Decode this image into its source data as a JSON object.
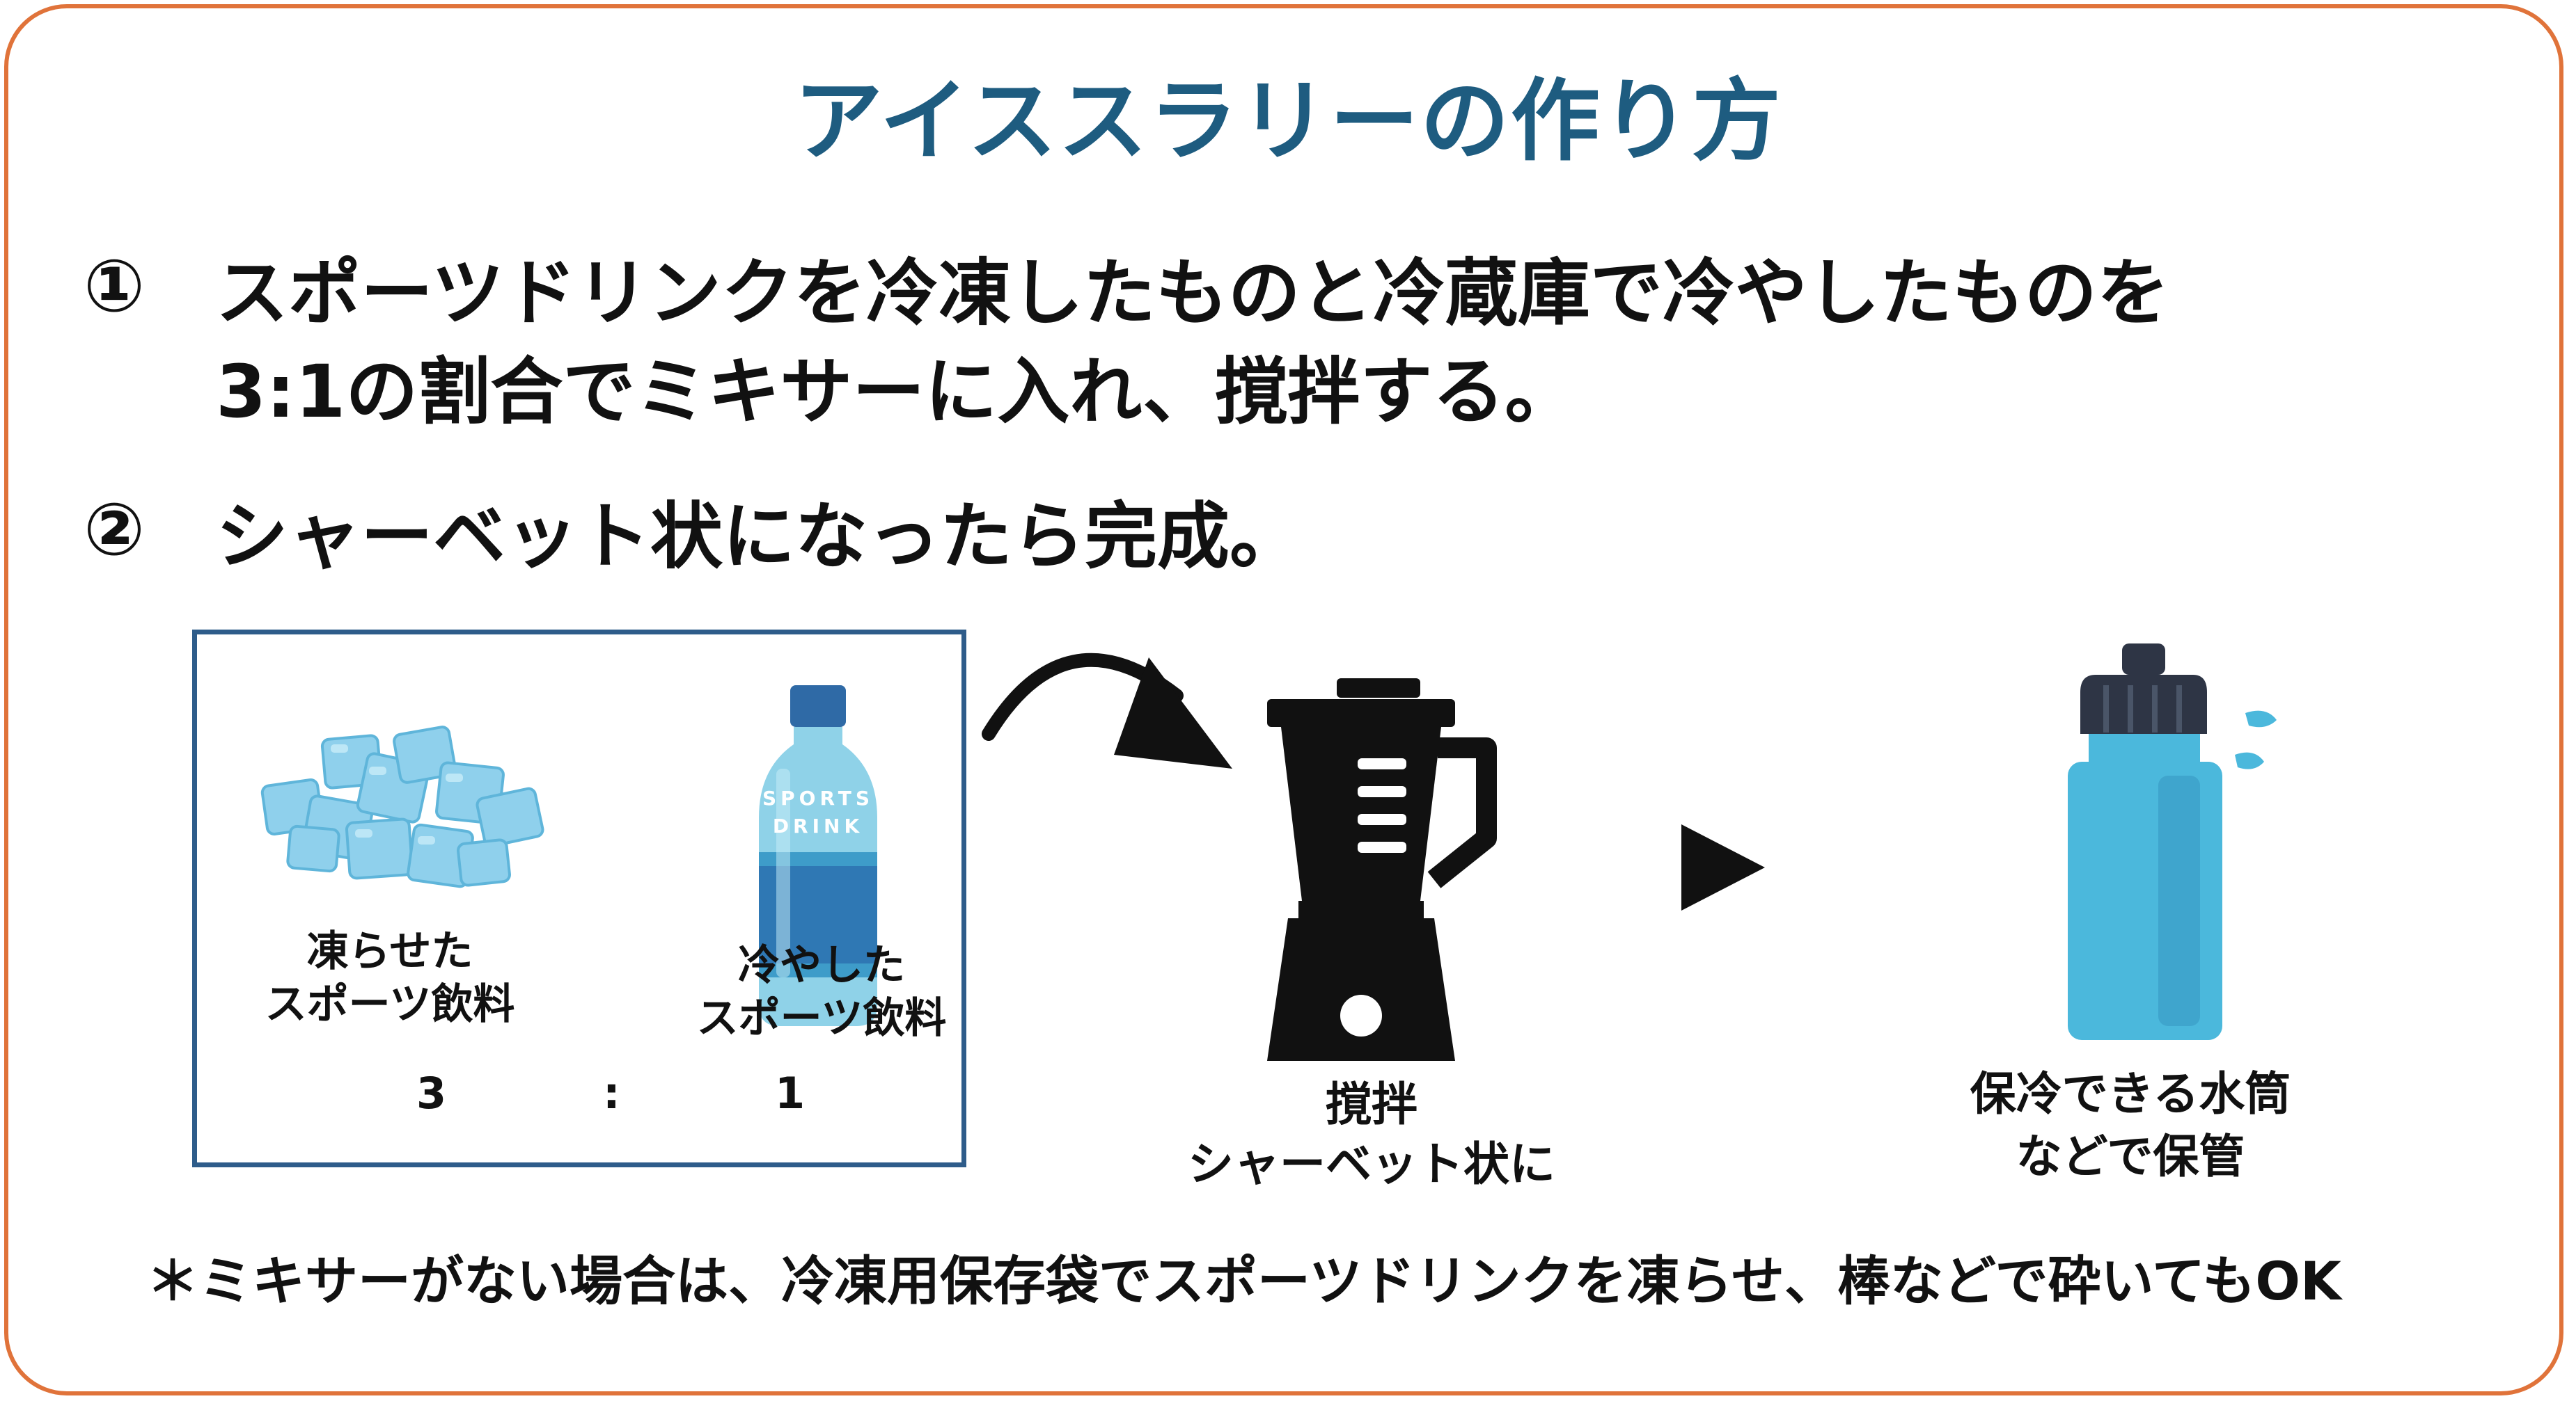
{
  "title": "アイススラリーの作り方",
  "steps": [
    {
      "num": "①",
      "line1": "スポーツドリンクを冷凍したものと冷蔵庫で冷やしたものを",
      "line2": "3:1の割合でミキサーに入れ、撹拌する。"
    },
    {
      "num": "②",
      "line1": "シャーベット状になったら完成。"
    }
  ],
  "ice": {
    "label_line1": "凍らせた",
    "label_line2": "スポーツ飲料",
    "ratio": "3"
  },
  "ratio_sep": ":",
  "bottle": {
    "brand_line1": "SPORTS",
    "brand_line2": "DRINK",
    "label_line1": "冷やした",
    "label_line2": "スポーツ飲料",
    "ratio": "1"
  },
  "blender": {
    "label_line1": "撹拌",
    "label_line2": "シャーベット状に"
  },
  "flask": {
    "label_line1": "保冷できる水筒",
    "label_line2": "などで保管"
  },
  "note": "＊ミキサーがない場合は、冷凍用保存袋でスポーツドリンクを凍らせ、棒などで砕いてもOK",
  "colors": {
    "frame": "#e0733a",
    "title": "#1e5c80",
    "box": "#2e5c8a",
    "ice": "#8fd0ec",
    "bottle": "#5fb8d6",
    "flask": "#4bb8dc",
    "flask_cap": "#2e3545",
    "blender": "#111111"
  },
  "icons": [
    "ice-cubes-icon",
    "sports-drink-bottle-icon",
    "curved-arrow-icon",
    "blender-icon",
    "play-arrow-icon",
    "water-flask-icon"
  ]
}
